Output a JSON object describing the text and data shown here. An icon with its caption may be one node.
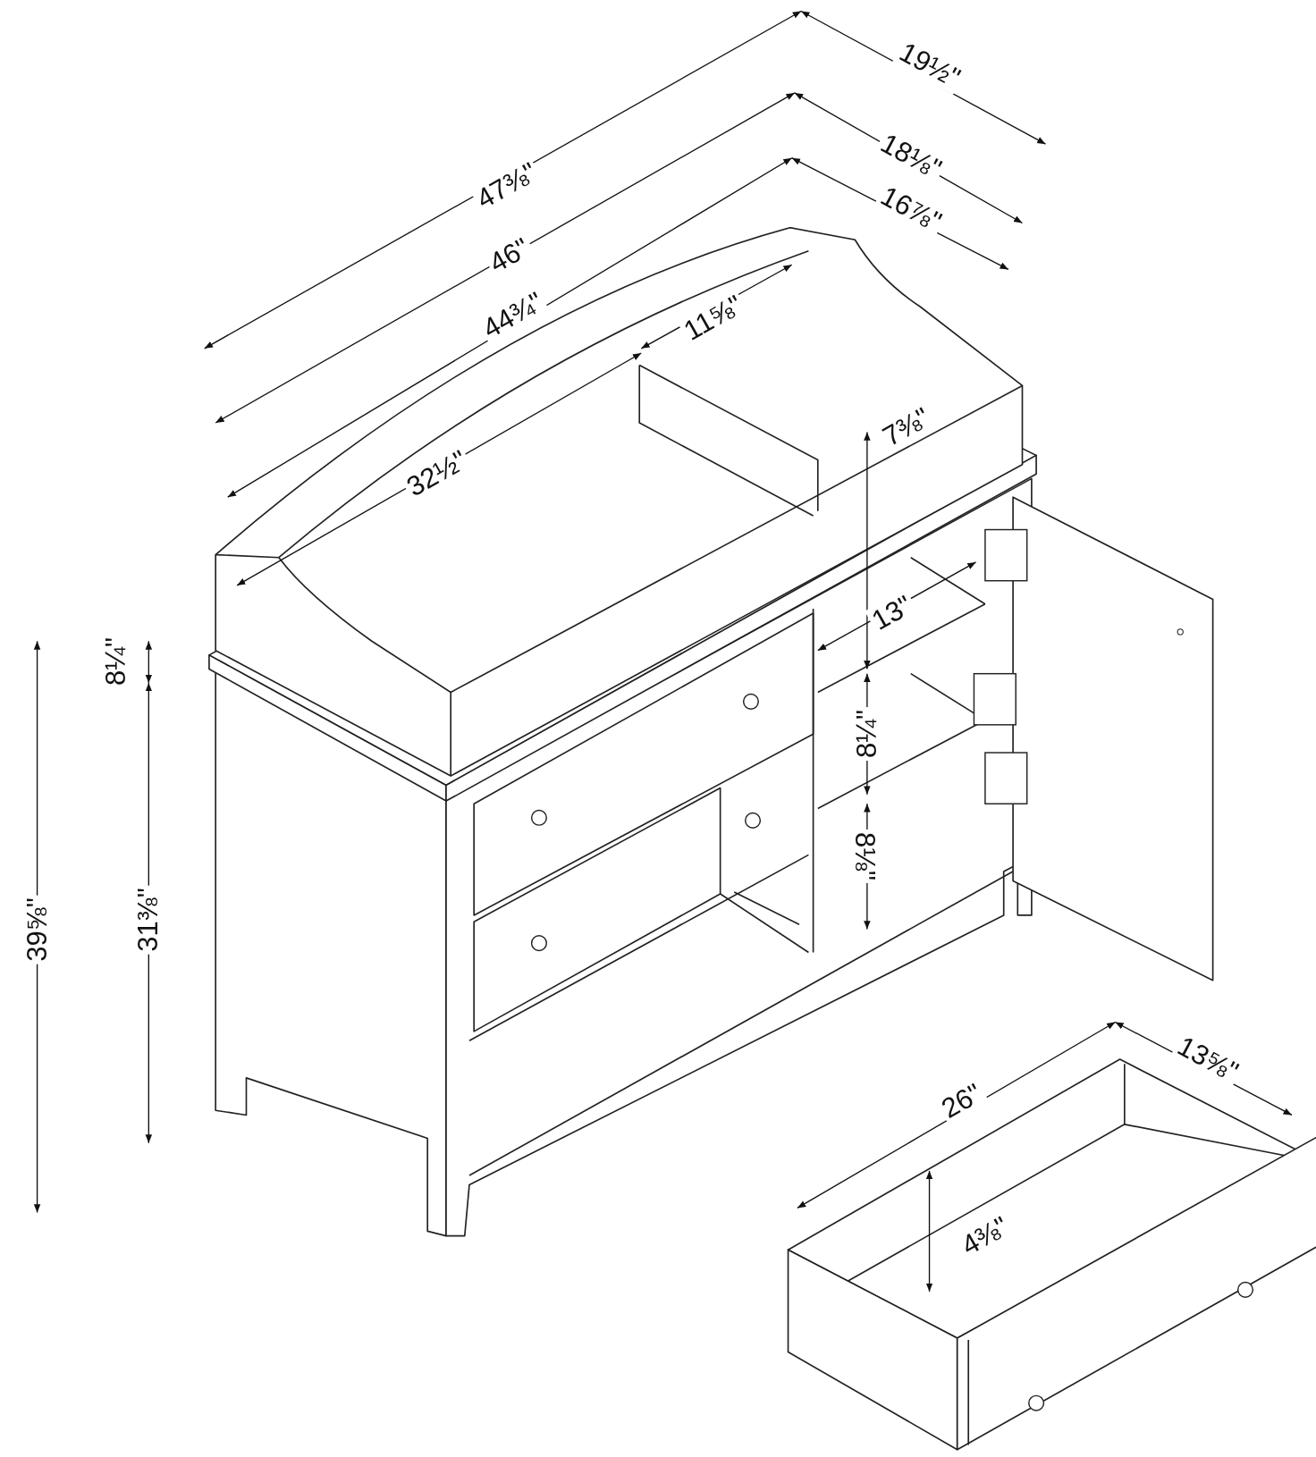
{
  "diagram": {
    "labels": [
      "19½\"",
      "47⅜\"",
      "18⅛\"",
      "16⅞\"",
      "46\"",
      "44¾\"",
      "11⅝\"",
      "7⅜\"",
      "32½\"",
      "8¼\"",
      "13\"",
      "8¼\"",
      "8⅛\"",
      "39⅝\"",
      "31⅜\"",
      "26\"",
      "13⅝\"",
      "4⅜\""
    ]
  }
}
